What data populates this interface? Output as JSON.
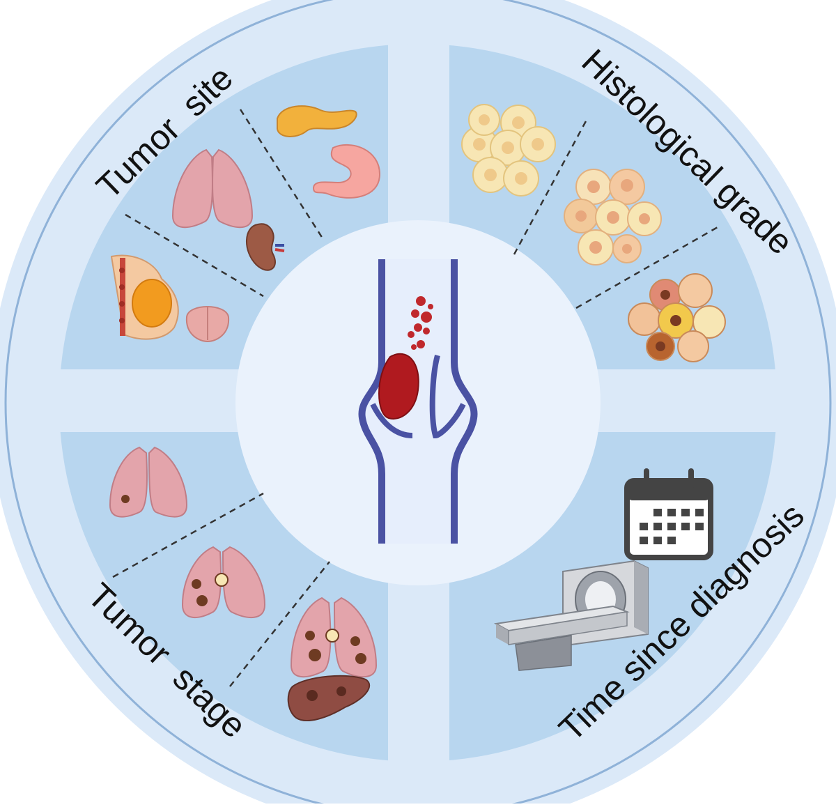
{
  "quadrants": {
    "top_left": {
      "label": "Tumor  site"
    },
    "top_right": {
      "label": "Histological grade"
    },
    "bottom_left": {
      "label": "Tumor  stage"
    },
    "bottom_right": {
      "label": "Time since diagnosis"
    }
  },
  "colors": {
    "outer_ring": "#dbe9f8",
    "outer_ring_stroke": "#8fb2d8",
    "quadrant_fill": "#b8d6ef",
    "divider": "#e9f1fb",
    "center": "#eaf2fc",
    "vein": "#4a52a3",
    "vessel_lumen": "#e6eefc",
    "clot": "#b01a1f",
    "lung": "#e3a4ab",
    "liver": "#8f4c43",
    "cell_pale": "#f7e6b4",
    "cell_core": "#efc98a"
  },
  "icons": [
    "pancreas-icon",
    "stomach-icon",
    "lungs-icon",
    "kidney-icon",
    "breast-icon",
    "prostate-icon",
    "cell-cluster-icon",
    "calendar-icon",
    "ct-scanner-icon",
    "liver-icon",
    "blood-clot-icon"
  ]
}
